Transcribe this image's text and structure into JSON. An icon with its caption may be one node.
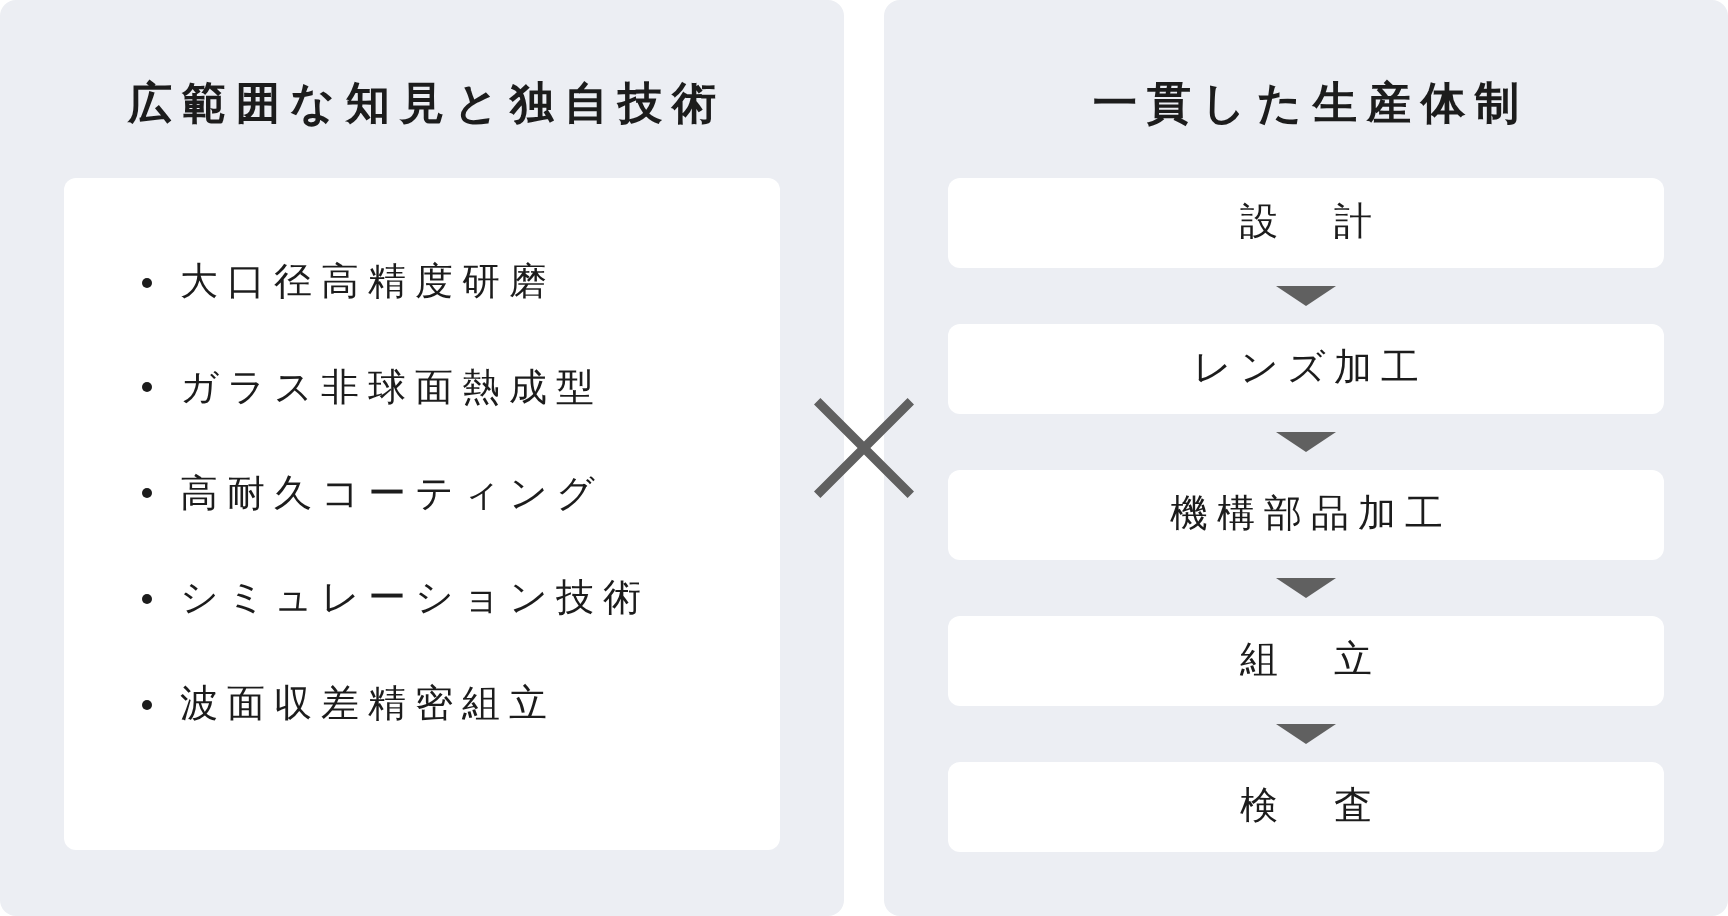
{
  "diagram": {
    "nodes": [
      {
        "text": [
          "広範囲な知見と独自技術"
        ]
      },
      {
        "text": [
          "大口径高精度研磨",
          "ガラス非球面熱成型",
          "高耐久コーティング",
          "シミュレーション技術",
          "波面収差精密組立"
        ],
        "in": 0
      },
      {
        "text": [
          "一貫した生産体制"
        ]
      },
      {
        "text": [
          "設　計"
        ],
        "in": 2
      },
      {
        "text": [
          "レンズ加工"
        ],
        "in": 2
      },
      {
        "text": [
          "機構部品加工"
        ],
        "in": 2
      },
      {
        "text": [
          "組　立"
        ],
        "in": 2
      },
      {
        "text": [
          "検　査"
        ],
        "in": 2
      }
    ],
    "edges": [
      {
        "from": 3,
        "to": 4,
        "arrow": "to"
      },
      {
        "from": 4,
        "to": 5,
        "arrow": "to"
      },
      {
        "from": 5,
        "to": 6,
        "arrow": "to"
      },
      {
        "from": 6,
        "to": 7,
        "arrow": "to"
      }
    ]
  }
}
